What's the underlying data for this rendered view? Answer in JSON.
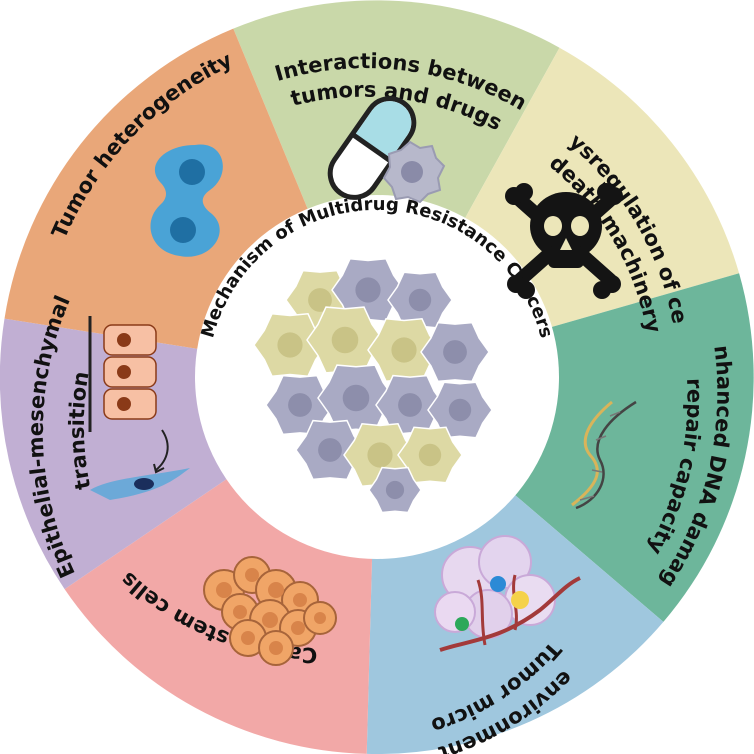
{
  "center": {
    "title": "Mechanism of Multidrug Resistance Cancers"
  },
  "segments": [
    {
      "id": "interactions",
      "lines": [
        "Interactions between",
        "tumors and drugs"
      ],
      "color": "#c9d8a9",
      "icon": "pill-capsule-icon"
    },
    {
      "id": "death",
      "lines": [
        "Dysregulation of cell",
        "death machinery"
      ],
      "color": "#ece6b9",
      "icon": "skull-crossbones-icon"
    },
    {
      "id": "dna",
      "lines": [
        "Enhanced DNA damage",
        "repair capacity"
      ],
      "color": "#6db69b",
      "icon": "dna-helix-icon"
    },
    {
      "id": "microenv",
      "lines": [
        "Tumor micro",
        "environment"
      ],
      "color": "#9fc7de",
      "icon": "tumor-microenvironment-icon"
    },
    {
      "id": "stem",
      "lines": [
        "Cancer stem cells"
      ],
      "color": "#f2a8a7",
      "icon": "cell-cluster-icon"
    },
    {
      "id": "emt",
      "lines": [
        "Epithelial-mesenchymal",
        "transition"
      ],
      "color": "#c1afd3",
      "icon": "emt-cells-icon"
    },
    {
      "id": "heterogeneity",
      "lines": [
        "Tumor heterogeneity"
      ],
      "color": "#e9a779",
      "icon": "dividing-cell-icon"
    }
  ],
  "colors": {
    "capsule_top": "#a8dde6",
    "cell_blue": "#4aa3d6",
    "cell_purple": "#a9aac4",
    "cell_yellow": "#ddd9a4",
    "stem_cell": "#f0a567",
    "epithelial": "#f7c0a4",
    "mesenchymal": "#6ca9d8",
    "nucleus_dark": "#8a3a18",
    "dna_gold": "#d9b45a"
  }
}
